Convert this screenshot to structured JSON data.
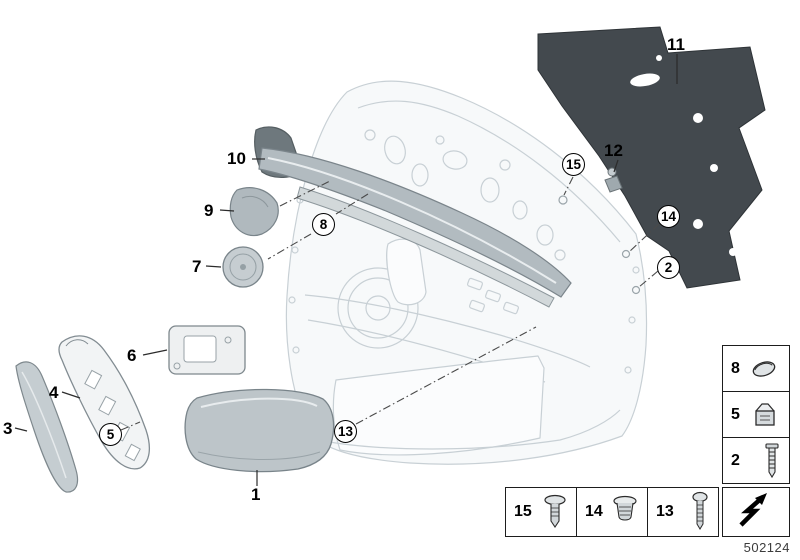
{
  "drawing_number": "502124",
  "callouts": {
    "n1": "1",
    "n2": "2",
    "n3": "3",
    "n4": "4",
    "n5": "5",
    "n6": "6",
    "n7": "7",
    "n8": "8",
    "n9": "9",
    "n10": "10",
    "n11": "11",
    "n12": "12",
    "n13": "13",
    "n14": "14",
    "n15": "15"
  },
  "legend": {
    "side": [
      {
        "label": "8",
        "icon": "trim-clip-icon"
      },
      {
        "label": "5",
        "icon": "spring-clip-icon"
      },
      {
        "label": "2",
        "icon": "screw-icon"
      }
    ],
    "bottom": [
      {
        "label": "15",
        "icon": "expansion-rivet-icon"
      },
      {
        "label": "14",
        "icon": "grommet-icon"
      },
      {
        "label": "13",
        "icon": "tapping-screw-icon"
      }
    ],
    "direction_symbol": "fold-arrow-icon"
  },
  "colors": {
    "insulation_panel": "#43494e",
    "part_gray": "#b9c1c6",
    "ghost_line": "#c8d0d5",
    "outline": "#2b2b2b"
  }
}
